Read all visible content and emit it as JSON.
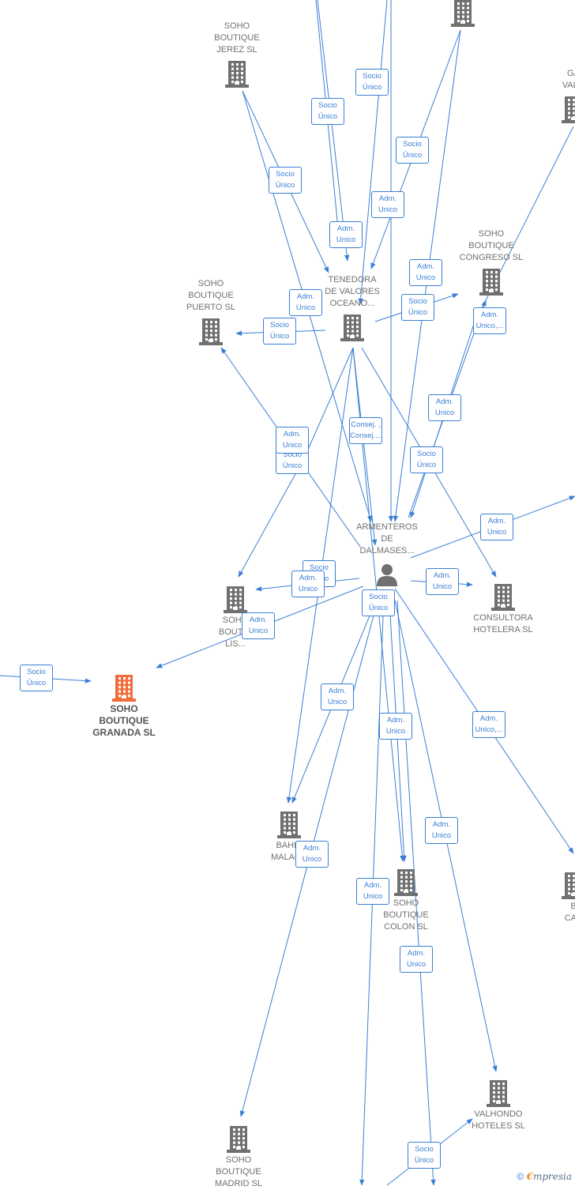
{
  "colors": {
    "edge": "#3a7fd5",
    "building": "#707070",
    "main_building": "#f26b3a"
  },
  "nodes": [
    {
      "id": "jerez",
      "label": "SOHO\nBOUTIQUE\nJEREZ SL",
      "icon": "building-icon"
    },
    {
      "id": "top_right",
      "label": "",
      "icon": "building-icon"
    },
    {
      "id": "ga",
      "label": "GA\nVALO",
      "icon": "building-icon"
    },
    {
      "id": "tenedora",
      "label": "TENEDORA\nDE VALORES\nOCEANO...",
      "icon": "building-icon"
    },
    {
      "id": "puerto",
      "label": "SOHO\nBOUTIQUE\nPUERTO SL",
      "icon": "building-icon"
    },
    {
      "id": "congreso",
      "label": "SOHO\nBOUTIQUE\nCONGRESO SL",
      "icon": "building-icon"
    },
    {
      "id": "person",
      "label": "Armenteros\nDe\nDalmases...",
      "icon": "person-icon"
    },
    {
      "id": "lisboa",
      "label": "SOHO\nBOUTIQ\nLIS...",
      "icon": "building-icon"
    },
    {
      "id": "consultora",
      "label": "CONSULTORA\nHOTELERA SL",
      "icon": "building-icon"
    },
    {
      "id": "granada",
      "label": "SOHO\nBOUTIQUE\nGRANADA SL",
      "icon": "building-icon",
      "main": true
    },
    {
      "id": "bahia",
      "label": "BAHIA\nMALAGA",
      "icon": "building-icon"
    },
    {
      "id": "colon",
      "label": "SOHO\nBOUTIQUE\nCOLON SL",
      "icon": "building-icon"
    },
    {
      "id": "b_cap",
      "label": "B\nCAP",
      "icon": "building-icon"
    },
    {
      "id": "valhondo",
      "label": "VALHONDO\nHOTELES SL",
      "icon": "building-icon"
    },
    {
      "id": "madrid",
      "label": "SOHO\nBOUTIQUE\nMADRID SL",
      "icon": "building-icon"
    }
  ],
  "badges": [
    "Socio\nÚnico",
    "Socio\nÚnico",
    "Socio\nÚnico",
    "Socio\nÚnico",
    "Adm.\nUnico",
    "Adm.\nUnico",
    "Adm.\nUnico",
    "Adm.\nUnico",
    "Socio\nÚnico",
    "Socio\nÚnico",
    "Adm.\nUnico,...",
    "Adm.\nUnico",
    "Consej. ,\nConsej....",
    "Socio\nÚnico",
    "Adm.\nUnico",
    "Socio\nÚnico",
    "Adm.\nUnico",
    "Socio\nÚnico",
    "Adm.\nUnico",
    "Adm.\nUnico",
    "Socio\nÚnico",
    "Adm.\nUnico",
    "Socio\nÚnico",
    "Adm.\nUnico",
    "Adm.\nUnico",
    "Adm.\nUnico,...",
    "Adm.\nUnico",
    "Adm.\nUnico",
    "Adm.\nUnico",
    "Adm.\nUnico",
    "Socio\nÚnico"
  ],
  "footer": {
    "copyright": "©",
    "brand_e": "€",
    "brand_rest": "mpresia"
  }
}
